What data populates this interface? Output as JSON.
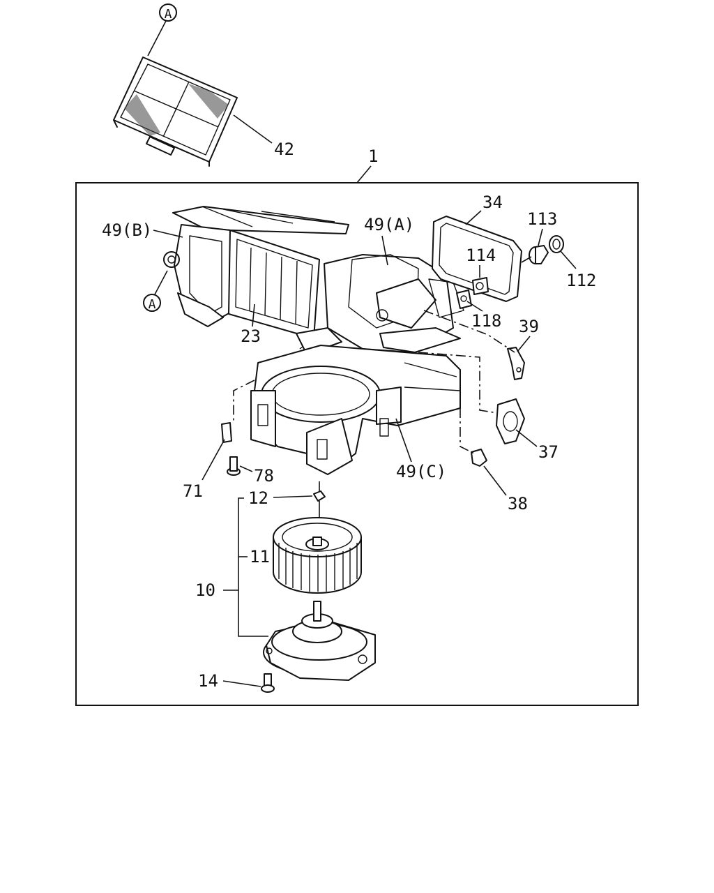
{
  "diagram": {
    "callouts": {
      "A_top": "A",
      "A_left": "A",
      "p42": "42",
      "p1": "1",
      "p34": "34",
      "p113": "113",
      "p49A": "49(A)",
      "p49B": "49(B)",
      "p114": "114",
      "p112": "112",
      "p118": "118",
      "p39": "39",
      "p23": "23",
      "p37": "37",
      "p49C": "49(C)",
      "p78": "78",
      "p71": "71",
      "p12": "12",
      "p38": "38",
      "p11": "11",
      "p10": "10",
      "p14": "14"
    }
  }
}
